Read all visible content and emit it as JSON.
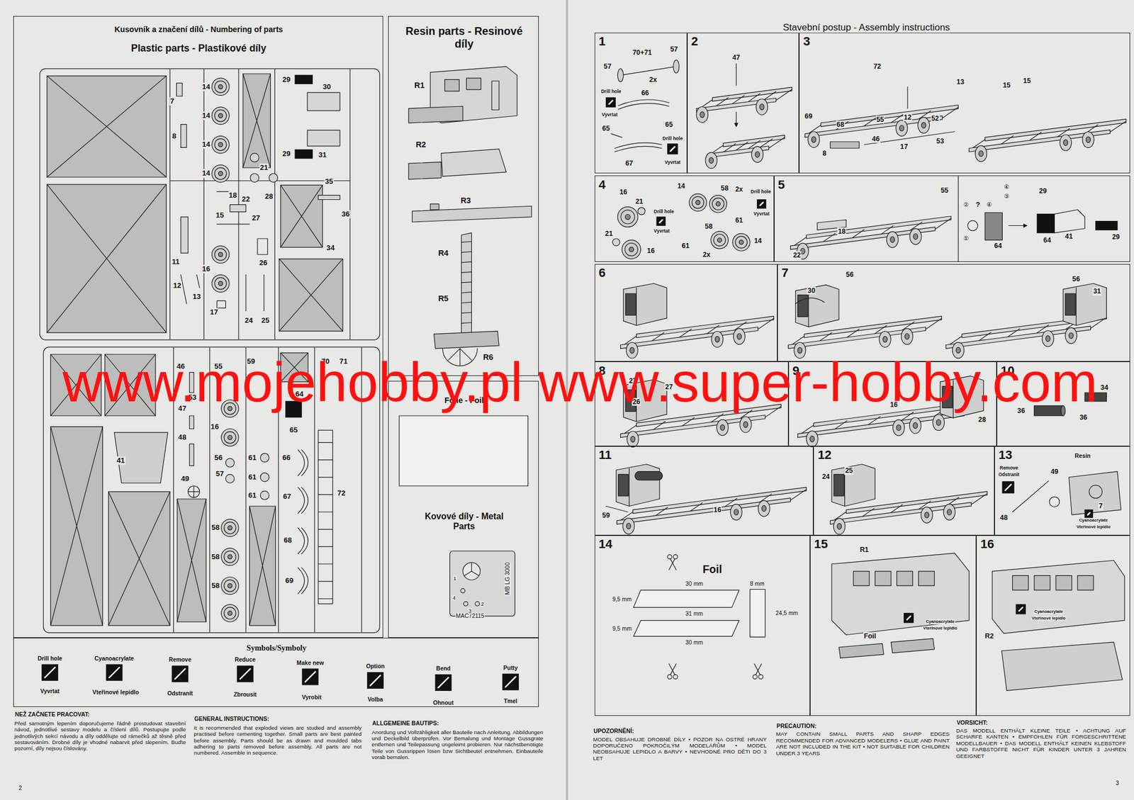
{
  "diagram": {
    "nodes": [
      {
        "text": [
          "Kusovník a značení dílů - Numbering of parts",
          "Plastic parts - Plastikové díly"
        ]
      },
      {
        "text": [
          "Resin parts - Resinové díly"
        ]
      },
      {
        "text": [
          "Folie - Foil",
          "Kovové díly - Metal Parts"
        ]
      },
      {
        "text": [
          "Symbols/Symboly"
        ]
      },
      {
        "text": [
          "1"
        ]
      },
      {
        "text": [
          "2"
        ]
      },
      {
        "text": [
          "3"
        ]
      },
      {
        "text": [
          "4"
        ]
      },
      {
        "text": [
          "5"
        ]
      },
      {
        "text": [
          "6"
        ]
      },
      {
        "text": [
          "7"
        ]
      },
      {
        "text": [
          "8"
        ]
      },
      {
        "text": [
          "9"
        ]
      },
      {
        "text": [
          "10"
        ]
      },
      {
        "text": [
          "11"
        ]
      },
      {
        "text": [
          "12"
        ]
      },
      {
        "text": [
          "13"
        ]
      },
      {
        "text": [
          "14"
        ]
      },
      {
        "text": [
          "15"
        ]
      },
      {
        "text": [
          "16"
        ]
      }
    ],
    "labels": [
      "7",
      "8",
      "14",
      "14",
      "14",
      "14",
      "29",
      "30",
      "29",
      "31",
      "21",
      "18",
      "22",
      "28",
      "35",
      "15",
      "27",
      "36",
      "11",
      "26",
      "34",
      "16",
      "12",
      "13",
      "17",
      "24",
      "25",
      "46",
      "55",
      "59",
      "70",
      "71",
      "53",
      "47",
      "64",
      "16",
      "65",
      "48",
      "41",
      "56",
      "61",
      "66",
      "57",
      "61",
      "49",
      "61",
      "67",
      "72",
      "58",
      "68",
      "58",
      "58",
      "69",
      "R1",
      "R2",
      "R3",
      "R4",
      "R5",
      "R6",
      "MB LG 3000",
      "MAC72115",
      "1",
      "2",
      "3",
      "4",
      "Drill hole",
      "Vyvrtat",
      "Cyanoacrylate",
      "Vteřinové lepidlo",
      "Remove",
      "Odstranit",
      "Reduce",
      "Zbrousit",
      "Make new",
      "Vyrobit",
      "Option",
      "Volba",
      "Bend",
      "Ohnout",
      "Putty",
      "Tmel",
      "NEŽ ZAČNETE PRACOVAT:",
      "Před samotným lepením doporučujeme řádně prostudovat stavební návod, jednotlivé sestavy modelu a číslení dílů. Postupujte podle jednotlivých sekcí návodu a díly oddělujte od rámečků až těsně před sestavováním. Drobné díly je vhodné nabarvit před slepením. Buďte pozorní, díly nejsou číslovány.",
      "GENERAL INSTRUCTIONS:",
      "It is recommended that exploded views are studied and assembly practised before cementing together. Small parts are best painted before assembly. Parts should be as drawn and moulded tabs adhering to parts removed before assembly. All parts are not numbered. Assemble in sequence.",
      "ALLGEMEINE BAUTIPS:",
      "Anordung und Vollzähligkeit aller Bauteile nach Anleitung. Abbildungen und Deckelbild überprüfen. Vor Bemalung und Montage Gussgrate entfernen und Teilepassung ungeleimt probieren. Nur nächstbenötigte Teile von Gussrippen lösen bzw Sichtbeutel entnehmen. Einbauteile vorab bemalen.",
      "2",
      "Stavební postup - Assembly instructions",
      "70+71",
      "57",
      "57",
      "2x",
      "Drill hole",
      "66",
      "Vyvrtat",
      "65",
      "65",
      "Drill hole",
      "67",
      "Vyvrtat",
      "47",
      "72",
      "13",
      "15",
      "15",
      "69",
      "68",
      "55",
      "12",
      "52",
      "46",
      "53",
      "8",
      "17",
      "16",
      "21",
      "14",
      "58",
      "2x",
      "Drill hole",
      "Drill hole",
      "61",
      "Vyvrtat",
      "21",
      "Vyvrtat",
      "58",
      "61",
      "16",
      "2x",
      "14",
      "55",
      "18",
      "22",
      "④",
      "③",
      "②",
      "?",
      "④",
      "①",
      "64",
      "29",
      "64",
      "41",
      "29",
      "30",
      "56",
      "56",
      "31",
      "27",
      "27",
      "26",
      "16",
      "28",
      "34",
      "36",
      "36",
      "59",
      "16",
      "24",
      "25",
      "Resin",
      "49",
      "Remove",
      "Odstranit",
      "48",
      "7",
      "Cyanoacrylate",
      "Vteřinové lepidlo",
      "Foil",
      "30 mm",
      "8 mm",
      "9,5 mm",
      "31 mm",
      "24,5 mm",
      "9,5 mm",
      "30 mm",
      "R1",
      "Foil",
      "Cyanoacrylate",
      "Vteřinové lepidlo",
      "Cyanoacrylate",
      "Vteřinové lepidlo",
      "R2",
      "UPOZORNĚNÍ:",
      "MODEL OBSAHUJE DROBNÉ DÍLY • POZOR NA OSTRÉ HRANY DOPORUČENO POKROČILÝM MODELÁŘŮM • MODEL NEOBSAHUJE LEPIDLO A BARVY • NEVHODNÉ PRO DĚTI DO 3 LET",
      "PRECAUTION:",
      "MAY CONTAIN SMALL PARTS AND SHARP EDGES RECOMMENDED FOR ADVANCED MODELERS • GLUE AND PAINT ARE NOT INCLUDED IN THE KIT • NOT SUITABLE FOR CHILDREN UNDER 3 YEARS",
      "VORSICHT:",
      "DAS MODELL ENTHÄLT KLEINE TEILE • ACHTUNG AUF SCHARFE KANTEN • EMPFOHLEN FÜR FORGESCHRITTENE MODELLBAUER • DAS MODELL ENTHÄLT KEINEN KLEBSTOFF UND FARBSTOFFE NICHT FÜR KINDER UNTER 3 JAHREN GEEIGNET",
      "3",
      "www.mojehobby.pl www.super-hobby.com"
    ]
  }
}
